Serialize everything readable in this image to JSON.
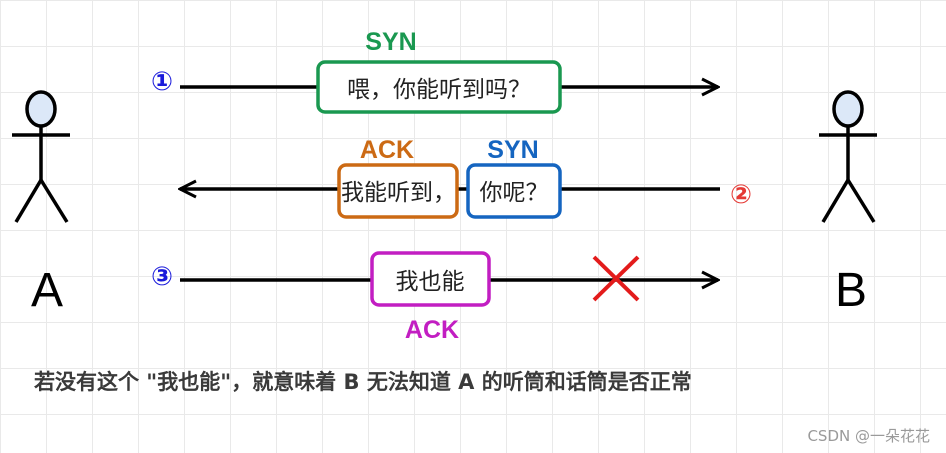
{
  "actors": {
    "left": {
      "name": "A"
    },
    "right": {
      "name": "B"
    }
  },
  "steps": [
    {
      "number": "①",
      "direction": "A-to-B",
      "messages": [
        {
          "text": "喂，你能听到吗？",
          "tag": "SYN"
        }
      ]
    },
    {
      "number": "②",
      "direction": "B-to-A",
      "messages": [
        {
          "text": "我能听到，",
          "tag": "ACK"
        },
        {
          "text": "你呢？",
          "tag": "SYN"
        }
      ]
    },
    {
      "number": "③",
      "direction": "A-to-B",
      "messages": [
        {
          "text": "我也能",
          "tag": "ACK"
        }
      ],
      "lost": true
    }
  ],
  "caption": "若没有这个 \"我也能\"，就意味着 B 无法知道 A 的听筒和话筒是否正常",
  "watermark": "CSDN @一朵花花",
  "colors": {
    "syn_green": "#1a9850",
    "ack_orange": "#cc6a14",
    "syn_blue": "#1565c0",
    "ack_magenta": "#c21ec2",
    "step_blue": "#1a1adb",
    "step_red": "#e53935",
    "lost_cross": "#e31b1b",
    "actor_head": "#dce8f8"
  }
}
